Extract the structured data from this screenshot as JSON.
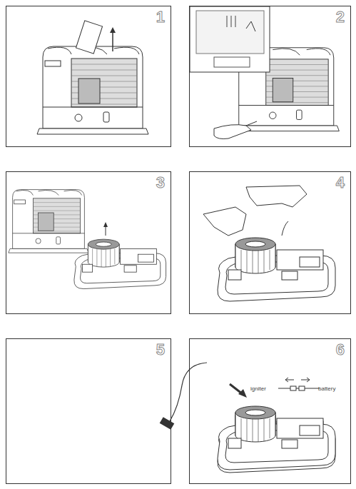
{
  "diagram": {
    "nodes": [
      {
        "text": [
          "1"
        ]
      },
      {
        "text": [
          "2"
        ]
      },
      {
        "text": [
          "3"
        ]
      },
      {
        "text": [
          "4"
        ]
      },
      {
        "text": [
          "5",
          "igniter",
          "battery"
        ]
      },
      {
        "text": [
          "6"
        ]
      }
    ]
  }
}
